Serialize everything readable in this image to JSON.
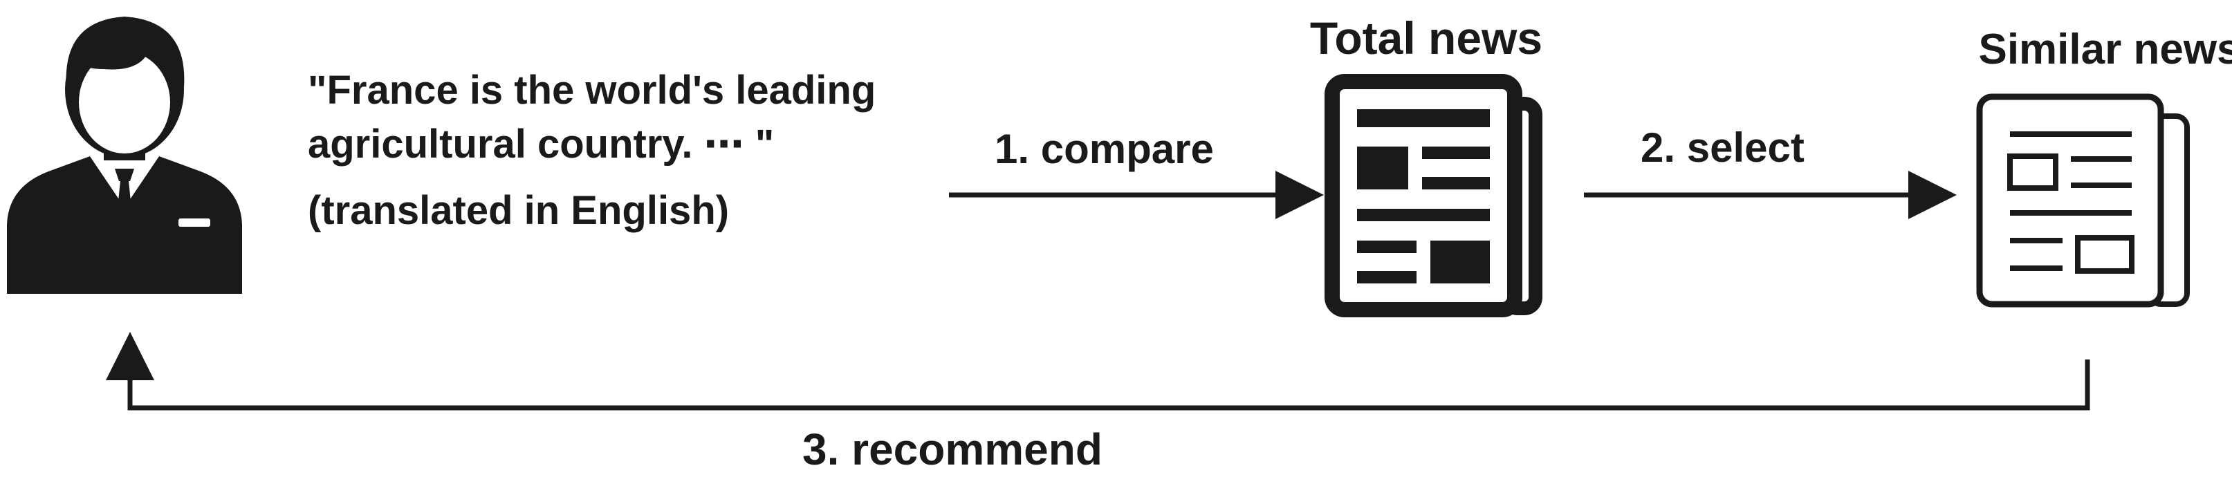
{
  "quote": {
    "line1": "\"France is the world's leading",
    "line2": "agricultural country. ⋯ \"",
    "line3": "(translated in English)"
  },
  "nodes": {
    "user": {
      "icon": "user-icon"
    },
    "total_news": {
      "label": "Total news",
      "icon": "newspaper-icon"
    },
    "similar_news": {
      "label": "Similar news",
      "icon": "newspaper-icon"
    }
  },
  "steps": {
    "compare": "1. compare",
    "select": "2. select",
    "recommend": "3. recommend"
  },
  "colors": {
    "ink": "#1a1a1a",
    "background": "#ffffff"
  }
}
